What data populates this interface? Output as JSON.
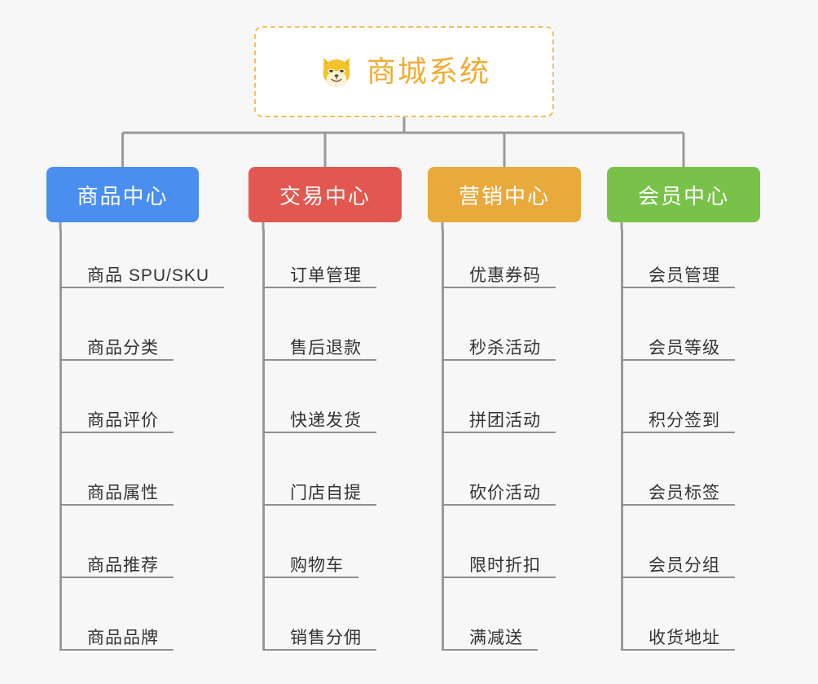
{
  "diagram": {
    "background_color": "#f7f7f7",
    "root": {
      "title": "商城系统",
      "icon": "shiba-dog-face-icon",
      "text_color": "#f0ad35",
      "border_color": "#f0c060",
      "background_color": "#ffffff"
    },
    "connector_color": "#9a9a9a",
    "columns": [
      {
        "title": "商品中心",
        "color": "#4a8ef0",
        "items": [
          "商品 SPU/SKU",
          "商品分类",
          "商品评价",
          "商品属性",
          "商品推荐",
          "商品品牌"
        ]
      },
      {
        "title": "交易中心",
        "color": "#e2574f",
        "items": [
          "订单管理",
          "售后退款",
          "快递发货",
          "门店自提",
          "购物车",
          "销售分佣"
        ]
      },
      {
        "title": "营销中心",
        "color": "#eaa93b",
        "items": [
          "优惠券码",
          "秒杀活动",
          "拼团活动",
          "砍价活动",
          "限时折扣",
          "满减送"
        ]
      },
      {
        "title": "会员中心",
        "color": "#79c24a",
        "items": [
          "会员管理",
          "会员等级",
          "积分签到",
          "会员标签",
          "会员分组",
          "收货地址"
        ]
      }
    ]
  }
}
